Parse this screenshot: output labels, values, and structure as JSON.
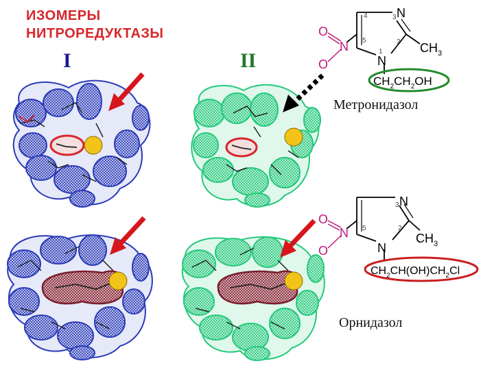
{
  "title": {
    "line1": "ИЗОМЕРЫ",
    "line2": "НИТРОРЕДУКТАЗЫ"
  },
  "isomers": {
    "first": "I",
    "second": "II"
  },
  "drugs": {
    "metronidazole": {
      "name": "Метронидазол",
      "side_chain": {
        "base": "CH",
        "sub1": "2",
        "mid": "CH",
        "sub2": "2",
        "end": "OH"
      },
      "ring_methyl": {
        "base": "CH",
        "sub": "3"
      },
      "highlight_color": "#1f8a2a"
    },
    "ornidazole": {
      "name": "Орнидазол",
      "side_chain": {
        "base": "CH",
        "sub1": "2",
        "mid": "CH(OH)CH",
        "sub2": "2",
        "end": "Cl"
      },
      "ring_methyl": {
        "base": "CH",
        "sub": "3"
      },
      "highlight_color": "#c81e1e"
    }
  },
  "structure_labels": {
    "ring_n": "N",
    "nitro_n": "N",
    "oxygen": "O",
    "pos1": "1",
    "pos2": "2",
    "pos3": "3",
    "pos4": "4",
    "pos5": "5"
  },
  "colors": {
    "title": "#d8262b",
    "isomer1_mesh": "#2a3ab8",
    "isomer2_mesh": "#23c97a",
    "ligand": "#7a1e2e",
    "cofactor": "#f2c318",
    "arrow": "#d6161c",
    "nitro": "#c0187a"
  }
}
